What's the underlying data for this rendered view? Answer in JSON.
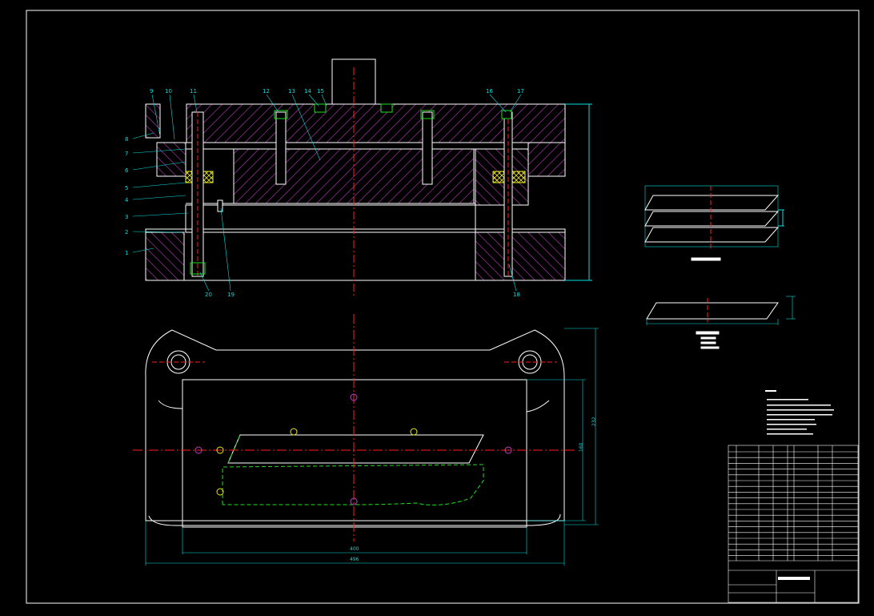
{
  "colors": {
    "background": "#000000",
    "outline": "#ffffff",
    "hatch": "#c03cc0",
    "centerline": "#ff2020",
    "dimension": "#00e0e0",
    "green": "#20e020",
    "yellow": "#e8e820"
  },
  "callouts": {
    "c1": "1",
    "c2": "2",
    "c3": "3",
    "c4": "4",
    "c5": "5",
    "c6": "6",
    "c7": "7",
    "c8": "8",
    "c9": "9",
    "c10": "10",
    "c11": "11",
    "c12": "12",
    "c13": "13",
    "c14": "14",
    "c15": "15",
    "c16": "16",
    "c17": "17",
    "c18": "18",
    "c19": "19",
    "c20": "20"
  },
  "dimensions": {
    "plan_width_inner": "400",
    "plan_width_outer": "496",
    "plan_height_inner": "160",
    "plan_height_outer": "232"
  }
}
